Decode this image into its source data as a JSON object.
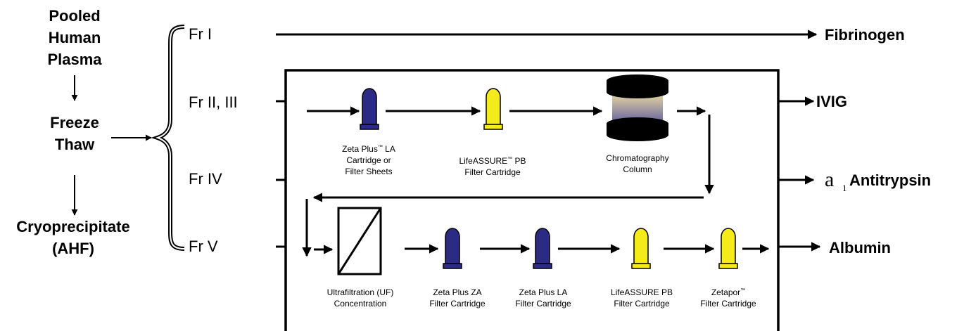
{
  "source": {
    "line1": "Pooled",
    "line2": "Human",
    "line3": "Plasma"
  },
  "freeze_thaw": {
    "line1": "Freeze",
    "line2": "Thaw"
  },
  "cryo": {
    "line1": "Cryoprecipitate",
    "line2": "(AHF)"
  },
  "fractions": [
    "Fr I",
    "Fr II, III",
    "Fr IV",
    "Fr V"
  ],
  "products": {
    "fibrinogen": "Fibrinogen",
    "ivig": "IVIG",
    "alpha": "a",
    "alpha_sub": "1",
    "antitrypsin": "Antitrypsin",
    "albumin": "Albumin"
  },
  "row1": [
    {
      "line1": "Zeta Plus",
      "tm": "™",
      "line1b": " LA",
      "line2": "Cartridge or",
      "line3": "Filter Sheets",
      "color": "#2b2b86"
    },
    {
      "line1": "LifeASSURE",
      "tm": "™",
      "line1b": " PB",
      "line2": "Filter Cartridge",
      "color": "#f5ea1a"
    },
    {
      "line1": "Chromatography",
      "line2": "Column"
    }
  ],
  "row2": [
    {
      "line1": "Ultrafiltration (UF)",
      "line2": "Concentration"
    },
    {
      "line1": "Zeta Plus ZA",
      "line2": "Filter Cartridge",
      "color": "#2b2b86"
    },
    {
      "line1": "Zeta Plus LA",
      "line2": "Filter Cartridge",
      "color": "#2b2b86"
    },
    {
      "line1": "LifeASSURE  PB",
      "line2": "Filter Cartridge",
      "color": "#f5ea1a"
    },
    {
      "line1": "Zetapor",
      "tm": "™",
      "line2": "Filter Cartridge",
      "color": "#f5ea1a"
    }
  ],
  "colors": {
    "navy": "#2b2b86",
    "yellow": "#f5ea1a",
    "column_top": "#e9d9a0",
    "column_bottom": "#3d3fa0"
  }
}
